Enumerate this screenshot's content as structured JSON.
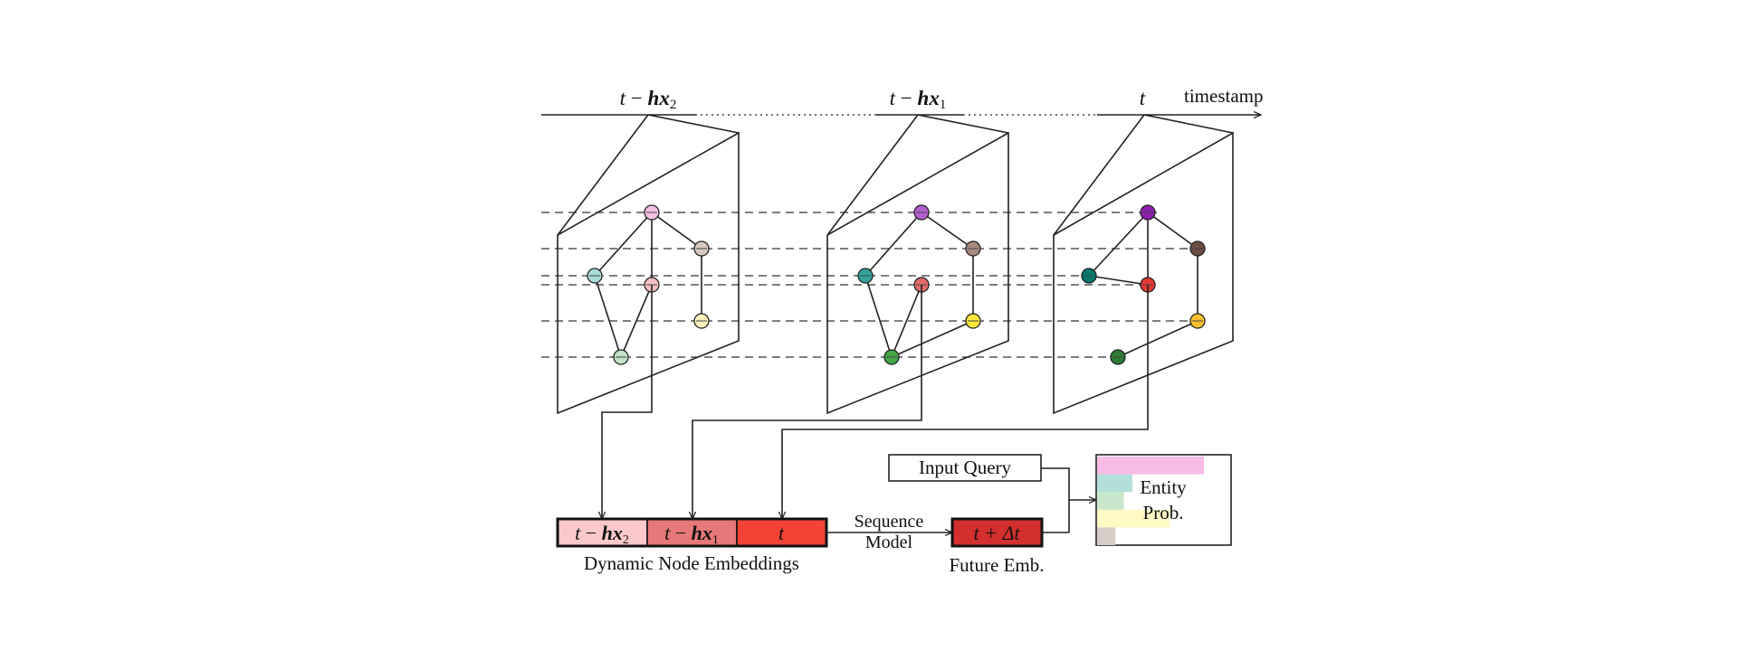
{
  "timeline": {
    "labels": [
      {
        "t": "t",
        "op": " − ",
        "h": "hx",
        "sub": "2"
      },
      {
        "t": "t",
        "op": " − ",
        "h": "hx",
        "sub": "1"
      },
      {
        "t": "t",
        "op": "",
        "h": "",
        "sub": ""
      }
    ],
    "axis_label": "timestamp"
  },
  "snapshots": [
    {
      "nodes": [
        {
          "id": "a",
          "color": "#f7bfe6"
        },
        {
          "id": "b",
          "color": "#d9c9c0"
        },
        {
          "id": "c",
          "color": "#a8dcd9"
        },
        {
          "id": "d",
          "color": "#f5bfc3"
        },
        {
          "id": "e",
          "color": "#fdf2bd"
        },
        {
          "id": "f",
          "color": "#c2e3c4"
        }
      ],
      "edges": [
        [
          "a",
          "c"
        ],
        [
          "a",
          "d"
        ],
        [
          "a",
          "b"
        ],
        [
          "b",
          "e"
        ],
        [
          "c",
          "f"
        ],
        [
          "d",
          "f"
        ]
      ]
    },
    {
      "nodes": [
        {
          "id": "a",
          "color": "#b35fcf"
        },
        {
          "id": "b",
          "color": "#a88a7e"
        },
        {
          "id": "c",
          "color": "#33a39a"
        },
        {
          "id": "d",
          "color": "#e36b6b"
        },
        {
          "id": "e",
          "color": "#ffe73a"
        },
        {
          "id": "f",
          "color": "#43a848"
        }
      ],
      "edges": [
        [
          "a",
          "c"
        ],
        [
          "a",
          "b"
        ],
        [
          "b",
          "e"
        ],
        [
          "c",
          "f"
        ],
        [
          "d",
          "f"
        ],
        [
          "e",
          "f"
        ]
      ]
    },
    {
      "nodes": [
        {
          "id": "a",
          "color": "#8e1fae"
        },
        {
          "id": "b",
          "color": "#6d4c41"
        },
        {
          "id": "c",
          "color": "#00796b"
        },
        {
          "id": "d",
          "color": "#e53935"
        },
        {
          "id": "e",
          "color": "#fbc02d"
        },
        {
          "id": "f",
          "color": "#2e7d32"
        }
      ],
      "edges": [
        [
          "a",
          "c"
        ],
        [
          "a",
          "b"
        ],
        [
          "a",
          "d"
        ],
        [
          "c",
          "d"
        ],
        [
          "b",
          "e"
        ],
        [
          "e",
          "f"
        ]
      ]
    }
  ],
  "embeddings": {
    "cells": [
      {
        "t": "t",
        "op": " − ",
        "h": "hx",
        "sub": "2",
        "color": "#fbc9c9"
      },
      {
        "t": "t",
        "op": " − ",
        "h": "hx",
        "sub": "1",
        "color": "#e67878"
      },
      {
        "t": "t",
        "op": "",
        "h": "",
        "sub": "",
        "color": "#f44336"
      }
    ],
    "caption": "Dynamic Node Embeddings"
  },
  "sequence_model": {
    "line1": "Sequence",
    "line2": "Model"
  },
  "future": {
    "label": "t + Δt",
    "caption": "Future Emb.",
    "color": "#d32f2f"
  },
  "input_query": "Input Query",
  "entity_prob": {
    "line1": "Entity",
    "line2": "Prob.",
    "bars": [
      {
        "color": "#f8bbe5",
        "value": 1.0
      },
      {
        "color": "#b2dfdb",
        "value": 0.33
      },
      {
        "color": "#c8e6c9",
        "value": 0.25
      },
      {
        "color": "#fff9c4",
        "value": 0.68
      },
      {
        "color": "#d7ccc8",
        "value": 0.17
      }
    ]
  }
}
